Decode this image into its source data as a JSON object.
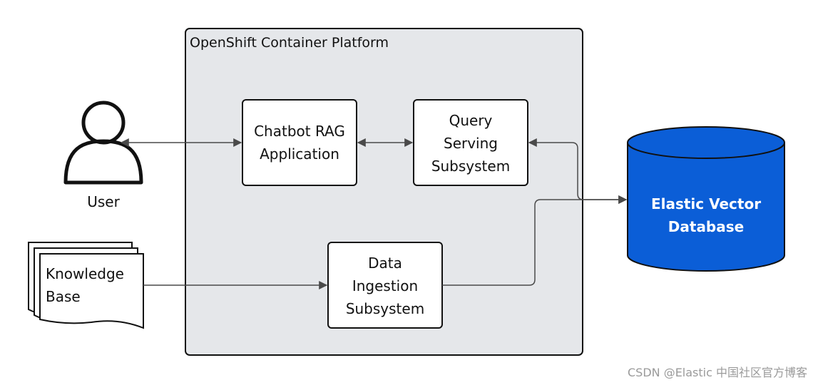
{
  "platform": {
    "title": "OpenShift Container Platform"
  },
  "user": {
    "label": "User"
  },
  "knowledge_base": {
    "line1": "Knowledge",
    "line2": "Base"
  },
  "nodes": {
    "chatbot": {
      "line1": "Chatbot RAG",
      "line2": "Application"
    },
    "query": {
      "line1": "Query",
      "line2": "Serving",
      "line3": "Subsystem"
    },
    "ingestion": {
      "line1": "Data",
      "line2": "Ingestion",
      "line3": "Subsystem"
    }
  },
  "database": {
    "line1": "Elastic Vector",
    "line2": "Database",
    "color": "#0B5ED7"
  },
  "watermark": "CSDN @Elastic 中国社区官方博客",
  "colors": {
    "platform_fill": "#E5E7EA",
    "stroke": "#111111",
    "connector": "#4A4A4A"
  }
}
